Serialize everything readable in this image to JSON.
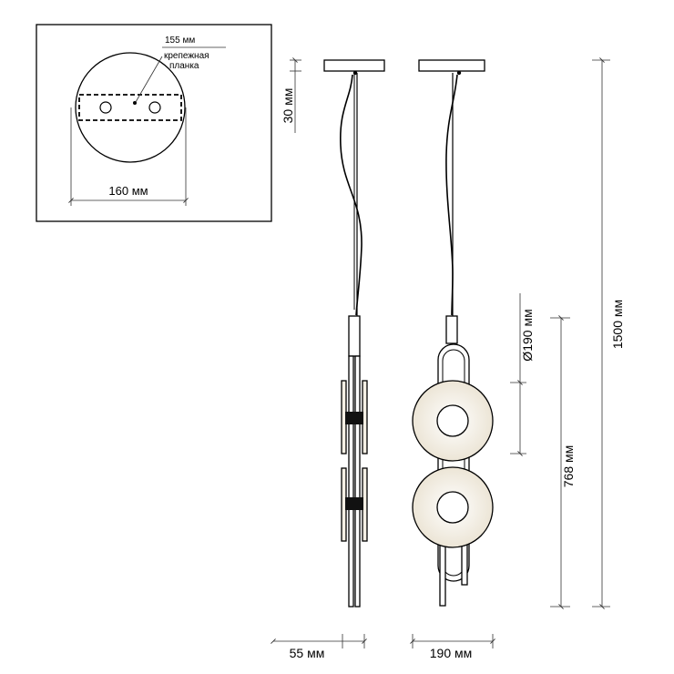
{
  "inset": {
    "callout_size": "155 мм",
    "callout_name_line1": "крепежная",
    "callout_name_line2": "планка",
    "canopy_width": "160 мм"
  },
  "dimensions": {
    "canopy_height": "30 мм",
    "total_height": "1500 мм",
    "body_height": "768 мм",
    "disc_diameter": "Ø190 мм",
    "side_width": "55 мм",
    "front_width": "190 мм"
  },
  "colors": {
    "line": "#000000",
    "glass": "#f4efe4",
    "dimension": "#333333"
  }
}
